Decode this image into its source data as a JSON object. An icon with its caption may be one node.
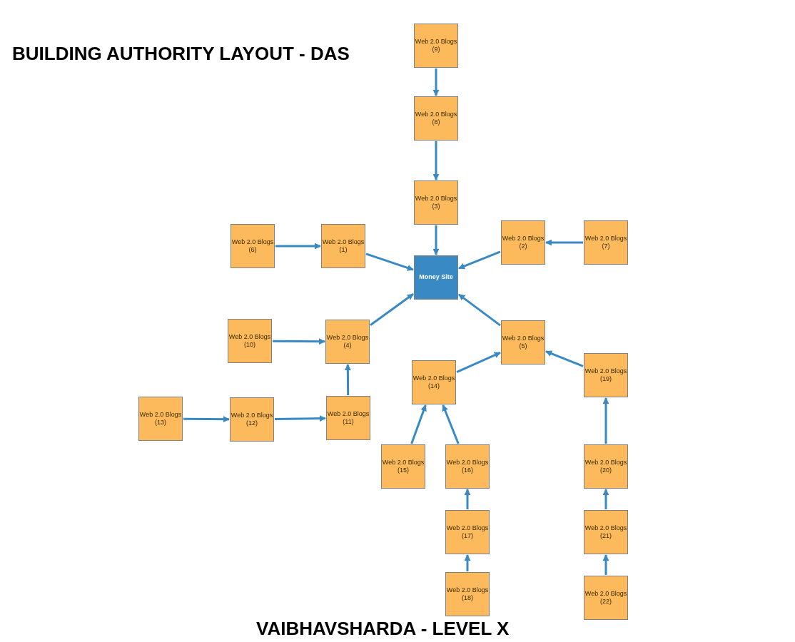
{
  "diagram": {
    "title": "BUILDING AUTHORITY LAYOUT - DAS",
    "caption": "VAIBHAVSHARDA - LEVEL X",
    "nodes": [
      {
        "text": [
          "Money Site"
        ]
      },
      {
        "text": [
          "Web 2.0 Blogs (1)"
        ]
      },
      {
        "text": [
          "Web 2.0 Blogs (2)"
        ]
      },
      {
        "text": [
          "Web 2.0 Blogs (3)"
        ]
      },
      {
        "text": [
          "Web 2.0 Blogs (4)"
        ]
      },
      {
        "text": [
          "Web 2.0 Blogs (5)"
        ]
      },
      {
        "text": [
          "Web 2.0 Blogs (6)"
        ]
      },
      {
        "text": [
          "Web 2.0 Blogs (7)"
        ]
      },
      {
        "text": [
          "Web 2.0 Blogs (8)"
        ]
      },
      {
        "text": [
          "Web 2.0 Blogs (9)"
        ]
      },
      {
        "text": [
          "Web 2.0 Blogs (10)"
        ]
      },
      {
        "text": [
          "Web 2.0 Blogs (11)"
        ]
      },
      {
        "text": [
          "Web 2.0 Blogs (12)"
        ]
      },
      {
        "text": [
          "Web 2.0 Blogs (13)"
        ]
      },
      {
        "text": [
          "Web 2.0 Blogs (14)"
        ]
      },
      {
        "text": [
          "Web 2.0 Blogs (15)"
        ]
      },
      {
        "text": [
          "Web 2.0 Blogs (16)"
        ]
      },
      {
        "text": [
          "Web 2.0 Blogs (17)"
        ]
      },
      {
        "text": [
          "Web 2.0 Blogs (18)"
        ]
      },
      {
        "text": [
          "Web 2.0 Blogs (19)"
        ]
      },
      {
        "text": [
          "Web 2.0 Blogs (20)"
        ]
      },
      {
        "text": [
          "Web 2.0 Blogs (21)"
        ]
      },
      {
        "text": [
          "Web 2.0 Blogs (22)"
        ]
      }
    ],
    "edges": [
      {
        "from": 9,
        "to": 8,
        "arrow": "to"
      },
      {
        "from": 8,
        "to": 3,
        "arrow": "to"
      },
      {
        "from": 3,
        "to": 0,
        "arrow": "to"
      },
      {
        "from": 6,
        "to": 1,
        "arrow": "to"
      },
      {
        "from": 1,
        "to": 0,
        "arrow": "to"
      },
      {
        "from": 7,
        "to": 2,
        "arrow": "to"
      },
      {
        "from": 2,
        "to": 0,
        "arrow": "to"
      },
      {
        "from": 10,
        "to": 4,
        "arrow": "to"
      },
      {
        "from": 4,
        "to": 0,
        "arrow": "to"
      },
      {
        "from": 13,
        "to": 12,
        "arrow": "to"
      },
      {
        "from": 12,
        "to": 11,
        "arrow": "to"
      },
      {
        "from": 11,
        "to": 4,
        "arrow": "to"
      },
      {
        "from": 5,
        "to": 0,
        "arrow": "to"
      },
      {
        "from": 14,
        "to": 5,
        "arrow": "to"
      },
      {
        "from": 15,
        "to": 14,
        "arrow": "to"
      },
      {
        "from": 16,
        "to": 14,
        "arrow": "to"
      },
      {
        "from": 17,
        "to": 16,
        "arrow": "to"
      },
      {
        "from": 18,
        "to": 17,
        "arrow": "to"
      },
      {
        "from": 19,
        "to": 5,
        "arrow": "to"
      },
      {
        "from": 20,
        "to": 19,
        "arrow": "to"
      },
      {
        "from": 21,
        "to": 20,
        "arrow": "to"
      },
      {
        "from": 22,
        "to": 21,
        "arrow": "to"
      }
    ]
  }
}
